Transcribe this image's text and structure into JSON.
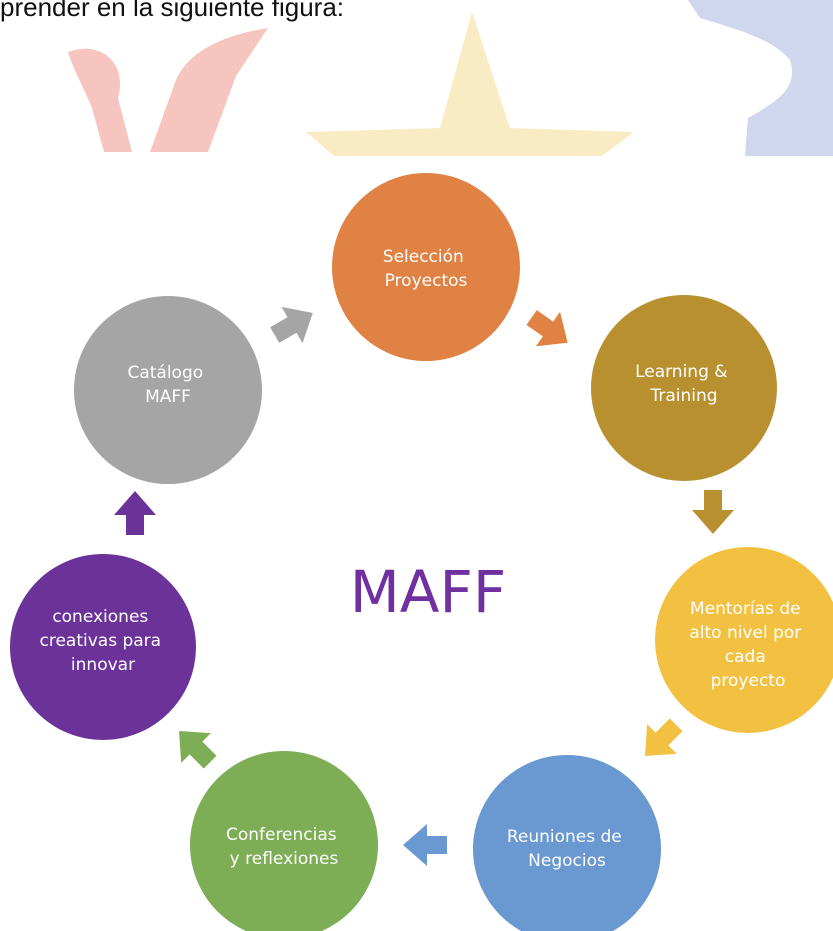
{
  "header": {
    "intro_text": "prender en la siguiente figura:"
  },
  "banner": {
    "decorative_colors": {
      "coral": "#f7c5c0",
      "sand": "#f9ecc4",
      "blue": "#cfd6ee"
    }
  },
  "diagram": {
    "center_title": "MAFF",
    "center_color": "#7030a0",
    "nodes": [
      {
        "id": "seleccion",
        "lines": [
          "Selección",
          "Proyectos"
        ],
        "color": "#df8244"
      },
      {
        "id": "learning",
        "lines": [
          "Learning &",
          "Training"
        ],
        "color": "#b8902f"
      },
      {
        "id": "mentorias",
        "lines": [
          "Mentorías de",
          "alto nivel por",
          "cada",
          "proyecto"
        ],
        "color": "#f3c142"
      },
      {
        "id": "reuniones",
        "lines": [
          "Reuniones de",
          "Negocios"
        ],
        "color": "#6a98d0"
      },
      {
        "id": "conferencias",
        "lines": [
          "Conferencias",
          "y reflexiones"
        ],
        "color": "#7dad55"
      },
      {
        "id": "conexiones",
        "lines": [
          "conexiones",
          "creativas para",
          "innovar"
        ],
        "color": "#6b3399"
      },
      {
        "id": "catalogo",
        "lines": [
          "Catálogo",
          "MAFF"
        ],
        "color": "#a5a5a5"
      }
    ]
  }
}
